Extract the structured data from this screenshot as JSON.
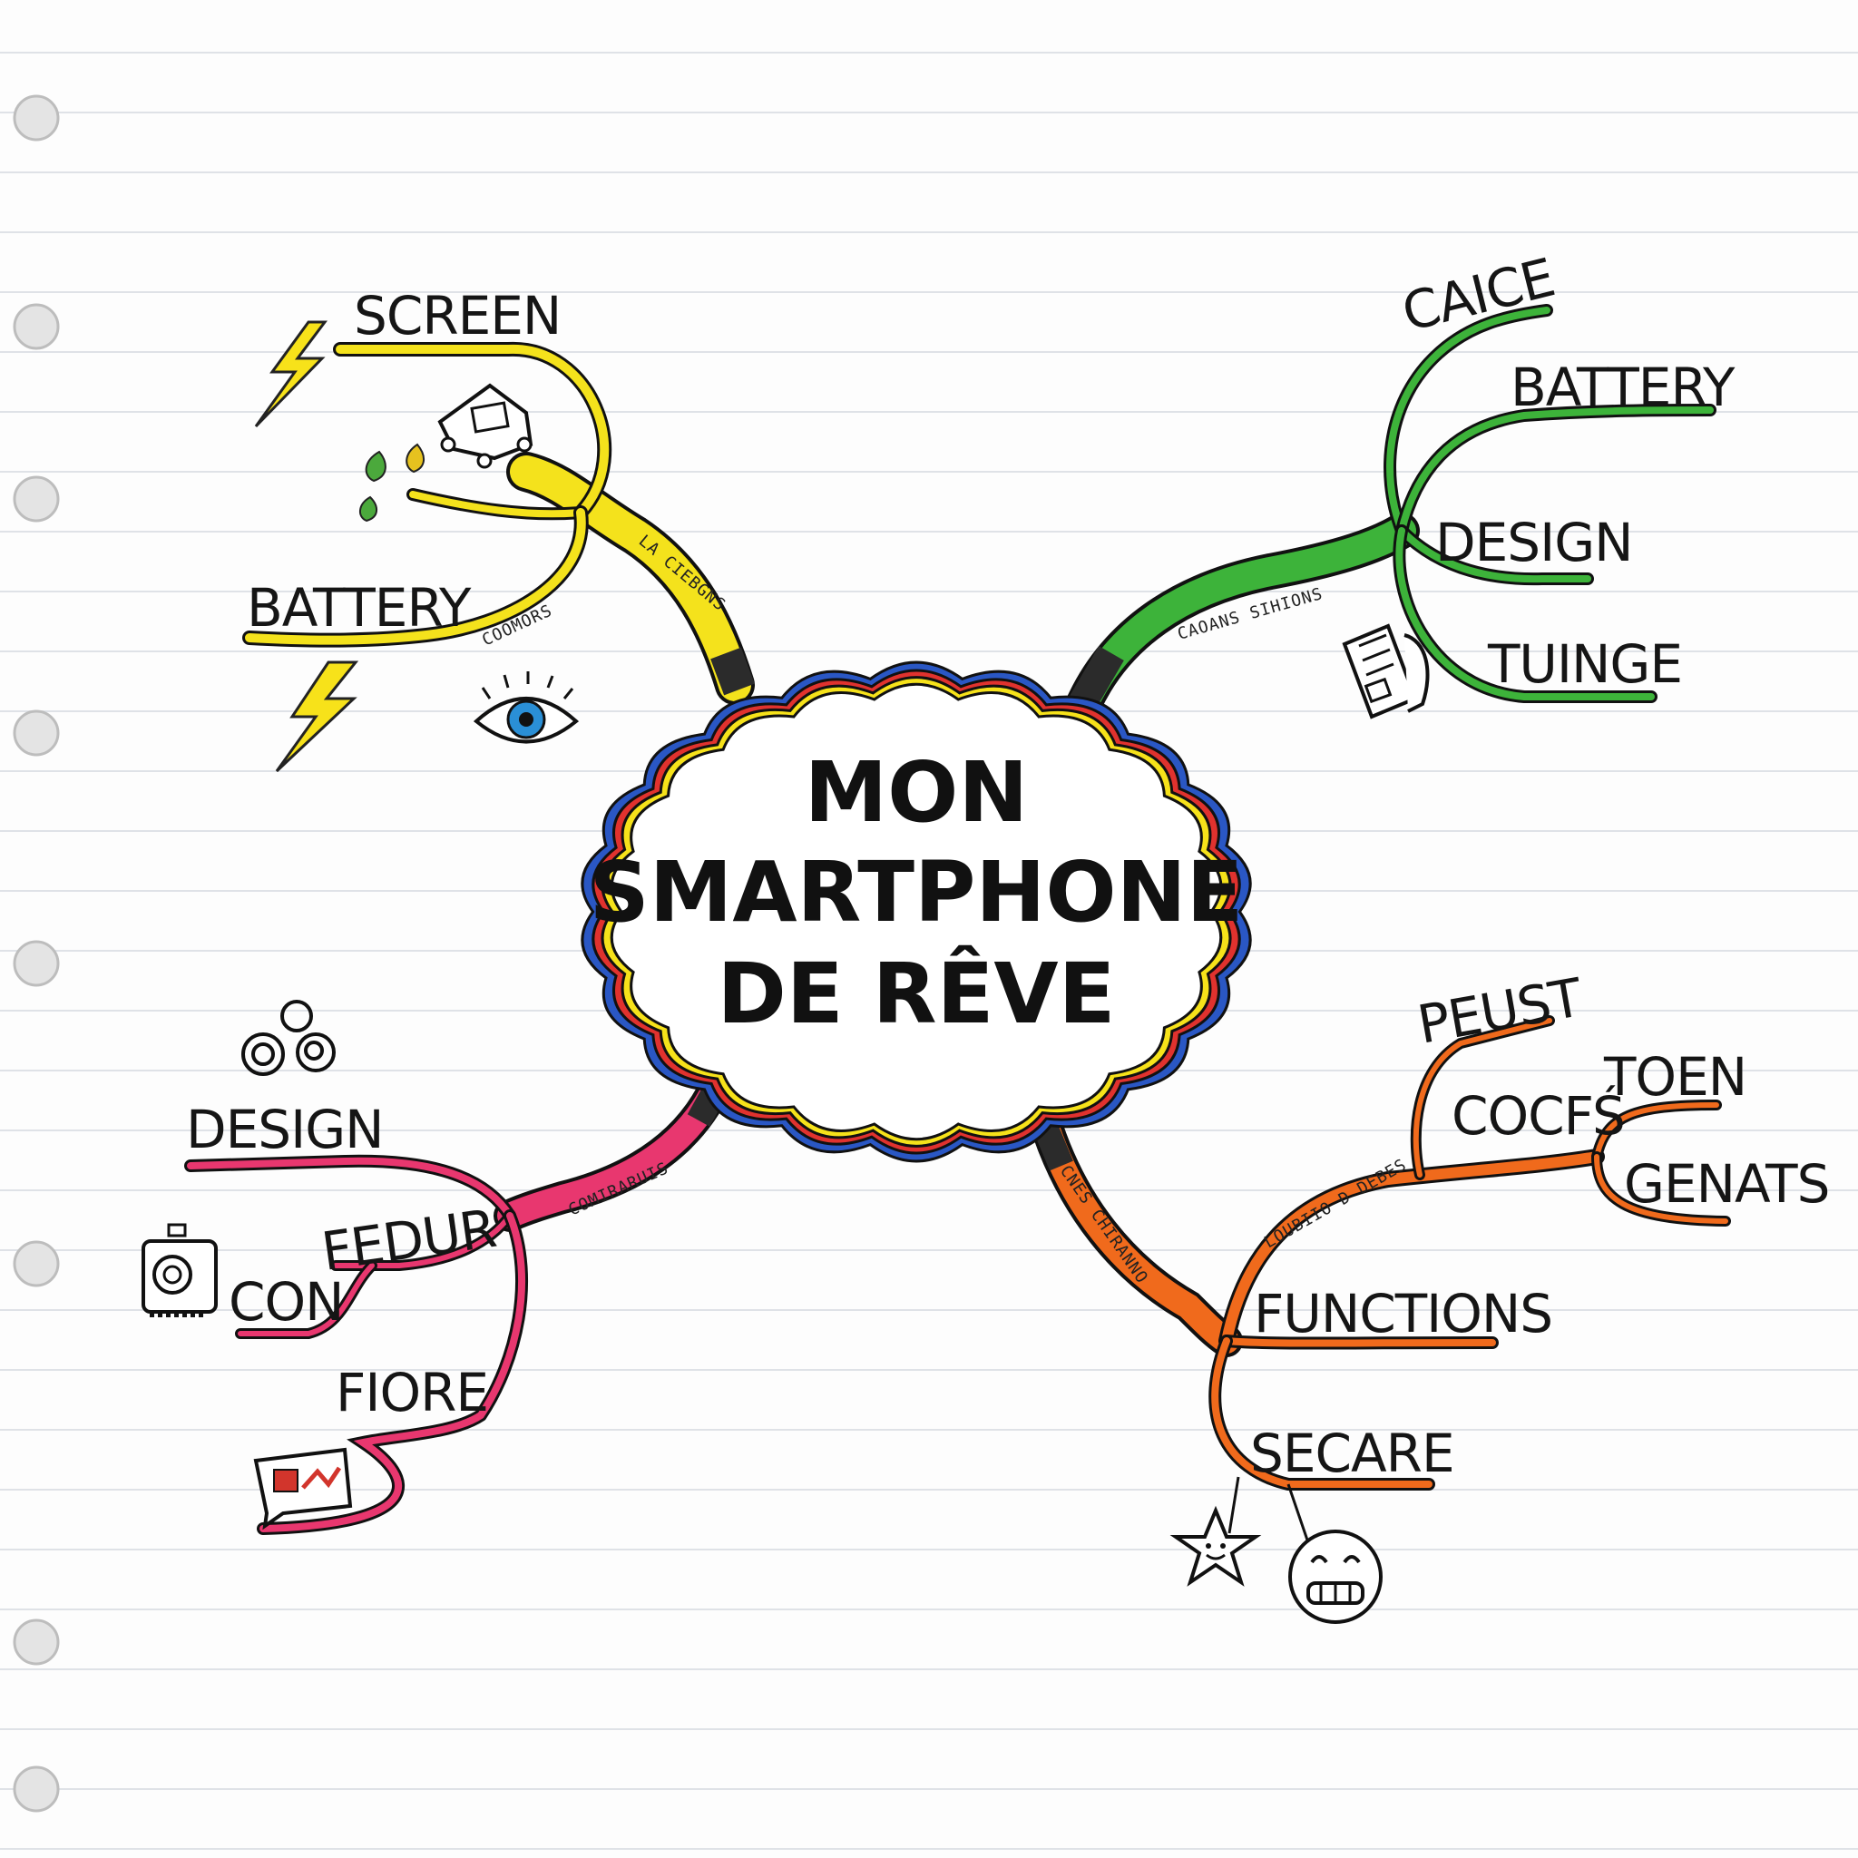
{
  "title": {
    "line1": "MON",
    "line2": "SMARTPHONE",
    "line3": "DE RÊVE"
  },
  "colors": {
    "yellow": "#f4e21c",
    "green": "#3db33a",
    "pink": "#e8376f",
    "orange": "#f06a1c",
    "cloud_blue": "#2a57c4",
    "cloud_red": "#e0322e",
    "cloud_yellow": "#f6e21a",
    "paper_line": "#dfe2e7",
    "hole": "#d6d6d6"
  },
  "branches": {
    "yellow": {
      "main_label": "LA CIEBGNS",
      "sub_label": "COOMORS",
      "leaves": [
        "SCREEN",
        "BATTERY"
      ],
      "icons": [
        "lightning-bolt-icon",
        "phone-cube-icon",
        "leaf-drops-icon",
        "eye-icon",
        "lightning-bolt-icon"
      ]
    },
    "green": {
      "main_label": "CAOANS SIHIONS",
      "leaves": [
        "CAICE",
        "BATTERY",
        "DESIGN",
        "TUINGE"
      ],
      "icons": [
        "hand-document-icon"
      ]
    },
    "pink": {
      "main_label": "COMIRARUIS",
      "leaves": [
        "DESIGN",
        "FEDUR",
        "CON",
        "FIORE"
      ],
      "icons": [
        "rings-icon",
        "camera-icon",
        "chat-card-icon"
      ]
    },
    "orange": {
      "main_label": "CNES CHIRANNO",
      "sub_label": "LOUBIIO D DEBES",
      "leaves": [
        "PEUST",
        "COCFŚ",
        "TOEN",
        "GENATS",
        "FUNCTIONS",
        "SECARE"
      ],
      "icons": [
        "star-face-icon",
        "grinning-face-icon"
      ]
    }
  }
}
